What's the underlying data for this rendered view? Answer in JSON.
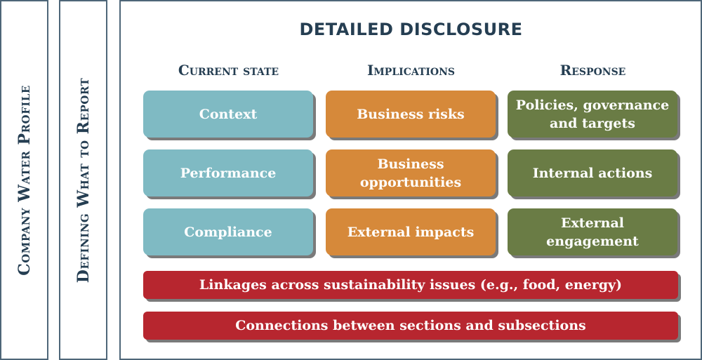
{
  "side_panels": [
    "Company Water Profile",
    "Defining What to Report"
  ],
  "main": {
    "title": "DETAILED DISCLOSURE",
    "columns": [
      {
        "header": "Current state",
        "items": [
          "Context",
          "Performance",
          "Compliance"
        ]
      },
      {
        "header": "Implications",
        "items": [
          "Business risks",
          "Business opportunities",
          "External impacts"
        ]
      },
      {
        "header": "Response",
        "items": [
          "Policies, governance and targets",
          "Internal actions",
          "External engagement"
        ]
      }
    ],
    "bars": [
      "Linkages across sustainability issues (e.g., food, energy)",
      "Connections between sections and subsections"
    ]
  },
  "colors": {
    "teal": "#7fbac3",
    "orange": "#d6893a",
    "green": "#6a7c45",
    "red": "#b7262f",
    "navy": "#253e52"
  }
}
